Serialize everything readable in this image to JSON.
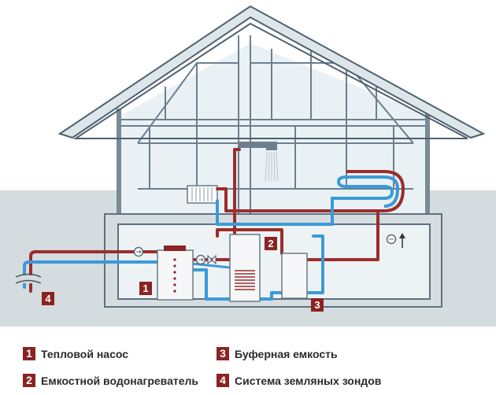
{
  "colors": {
    "hot_pipe": "#9b2d2d",
    "cold_pipe": "#3b9ad8",
    "badge": "#8b2323",
    "ground": "#d4dcdf",
    "frame": "#5d7180",
    "glass": "#e9f1f4"
  },
  "callouts": {
    "c1": "1",
    "c2": "2",
    "c3": "3",
    "c4": "4"
  },
  "legend": [
    {
      "number": "1",
      "label": "Тепловой насос"
    },
    {
      "number": "2",
      "label": "Емкостной водонагреватель"
    },
    {
      "number": "3",
      "label": "Буферная емкость"
    },
    {
      "number": "4",
      "label": "Система земляных зондов"
    }
  ]
}
